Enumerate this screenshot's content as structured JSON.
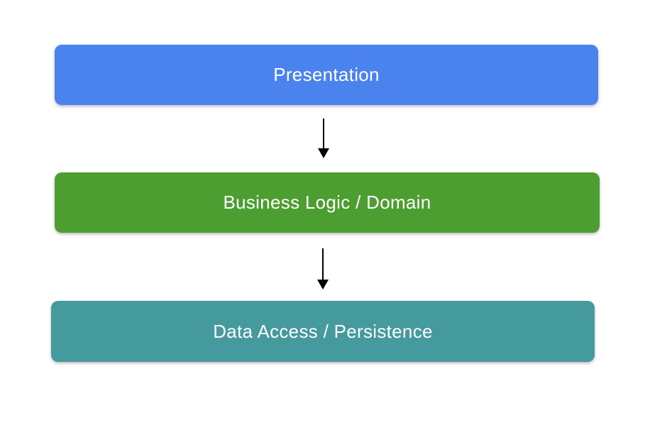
{
  "diagram": {
    "kind": "layered-architecture-flow",
    "background_color": "#ffffff",
    "text_color": "#ffffff",
    "arrow_color": "#000000",
    "layers": [
      {
        "id": "presentation",
        "label": "Presentation",
        "color": "#4a82ee"
      },
      {
        "id": "business-logic",
        "label": "Business Logic / Domain",
        "color": "#4d9e30"
      },
      {
        "id": "data-access",
        "label": "Data Access / Persistence",
        "color": "#459a9e"
      }
    ],
    "connections": [
      {
        "from": "presentation",
        "to": "business-logic",
        "direction": "down"
      },
      {
        "from": "business-logic",
        "to": "data-access",
        "direction": "down"
      }
    ]
  }
}
